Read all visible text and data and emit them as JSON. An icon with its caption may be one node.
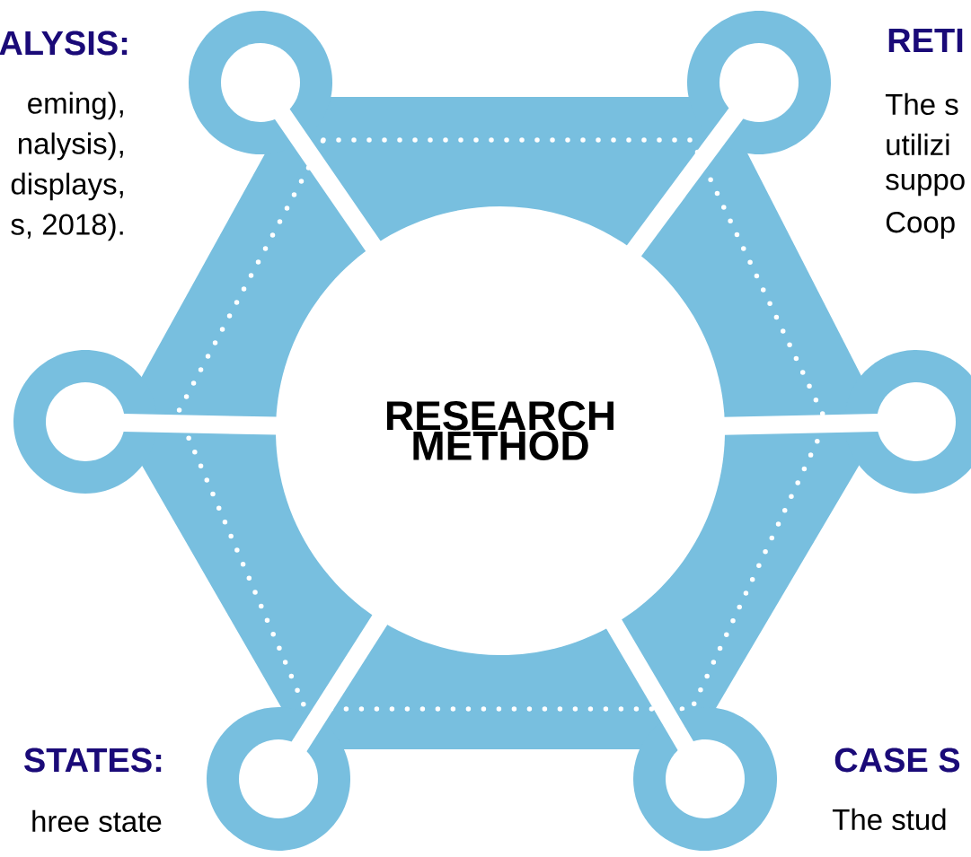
{
  "diagram": {
    "nodes": [
      {
        "text": [
          "RESEARCH METHOD"
        ]
      },
      {
        "text": [],
        "shape": "circle"
      },
      {
        "text": [],
        "shape": "circle"
      },
      {
        "text": [],
        "shape": "circle"
      },
      {
        "text": [],
        "shape": "circle"
      },
      {
        "text": [],
        "shape": "circle"
      },
      {
        "text": [],
        "shape": "circle"
      }
    ],
    "edges": [
      {
        "from": 0,
        "to": 1,
        "arrow": "none"
      },
      {
        "from": 0,
        "to": 2,
        "arrow": "none"
      },
      {
        "from": 0,
        "to": 3,
        "arrow": "none"
      },
      {
        "from": 0,
        "to": 4,
        "arrow": "none"
      },
      {
        "from": 0,
        "to": 5,
        "arrow": "none"
      },
      {
        "from": 0,
        "to": 6,
        "arrow": "none"
      }
    ],
    "labels": [
      "ALYSIS:",
      "RETI",
      "eming),",
      "The s",
      "nalysis),",
      "utilizi",
      "displays,",
      "suppo",
      "s, 2018).",
      "Coop",
      "STATES:",
      "CASE S",
      "hree state",
      "The stud"
    ]
  }
}
